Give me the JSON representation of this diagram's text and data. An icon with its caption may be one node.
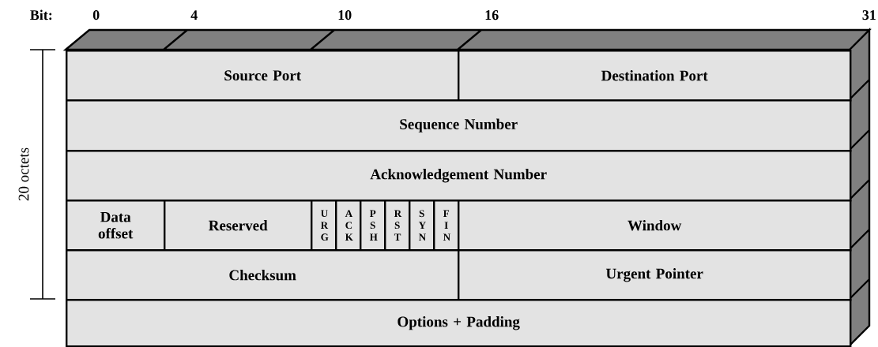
{
  "diagram": {
    "nodes": [
      {
        "text": [
          "Source Port"
        ]
      },
      {
        "text": [
          "Destination Port"
        ]
      },
      {
        "text": [
          "Sequence Number"
        ]
      },
      {
        "text": [
          "Acknowledgement Number"
        ]
      },
      {
        "text": [
          "Data offset"
        ]
      },
      {
        "text": [
          "Reserved"
        ]
      },
      {
        "text": [
          "U R G"
        ]
      },
      {
        "text": [
          "A C K"
        ]
      },
      {
        "text": [
          "P S H"
        ]
      },
      {
        "text": [
          "R S T"
        ]
      },
      {
        "text": [
          "S Y N"
        ]
      },
      {
        "text": [
          "F I N"
        ]
      },
      {
        "text": [
          "Window"
        ]
      },
      {
        "text": [
          "Checksum"
        ]
      },
      {
        "text": [
          "Urgent Pointer"
        ]
      },
      {
        "text": [
          "Options + Padding"
        ]
      }
    ],
    "labels": [
      "Bit:",
      "0",
      "4",
      "10",
      "16",
      "31",
      "20 octets"
    ]
  }
}
